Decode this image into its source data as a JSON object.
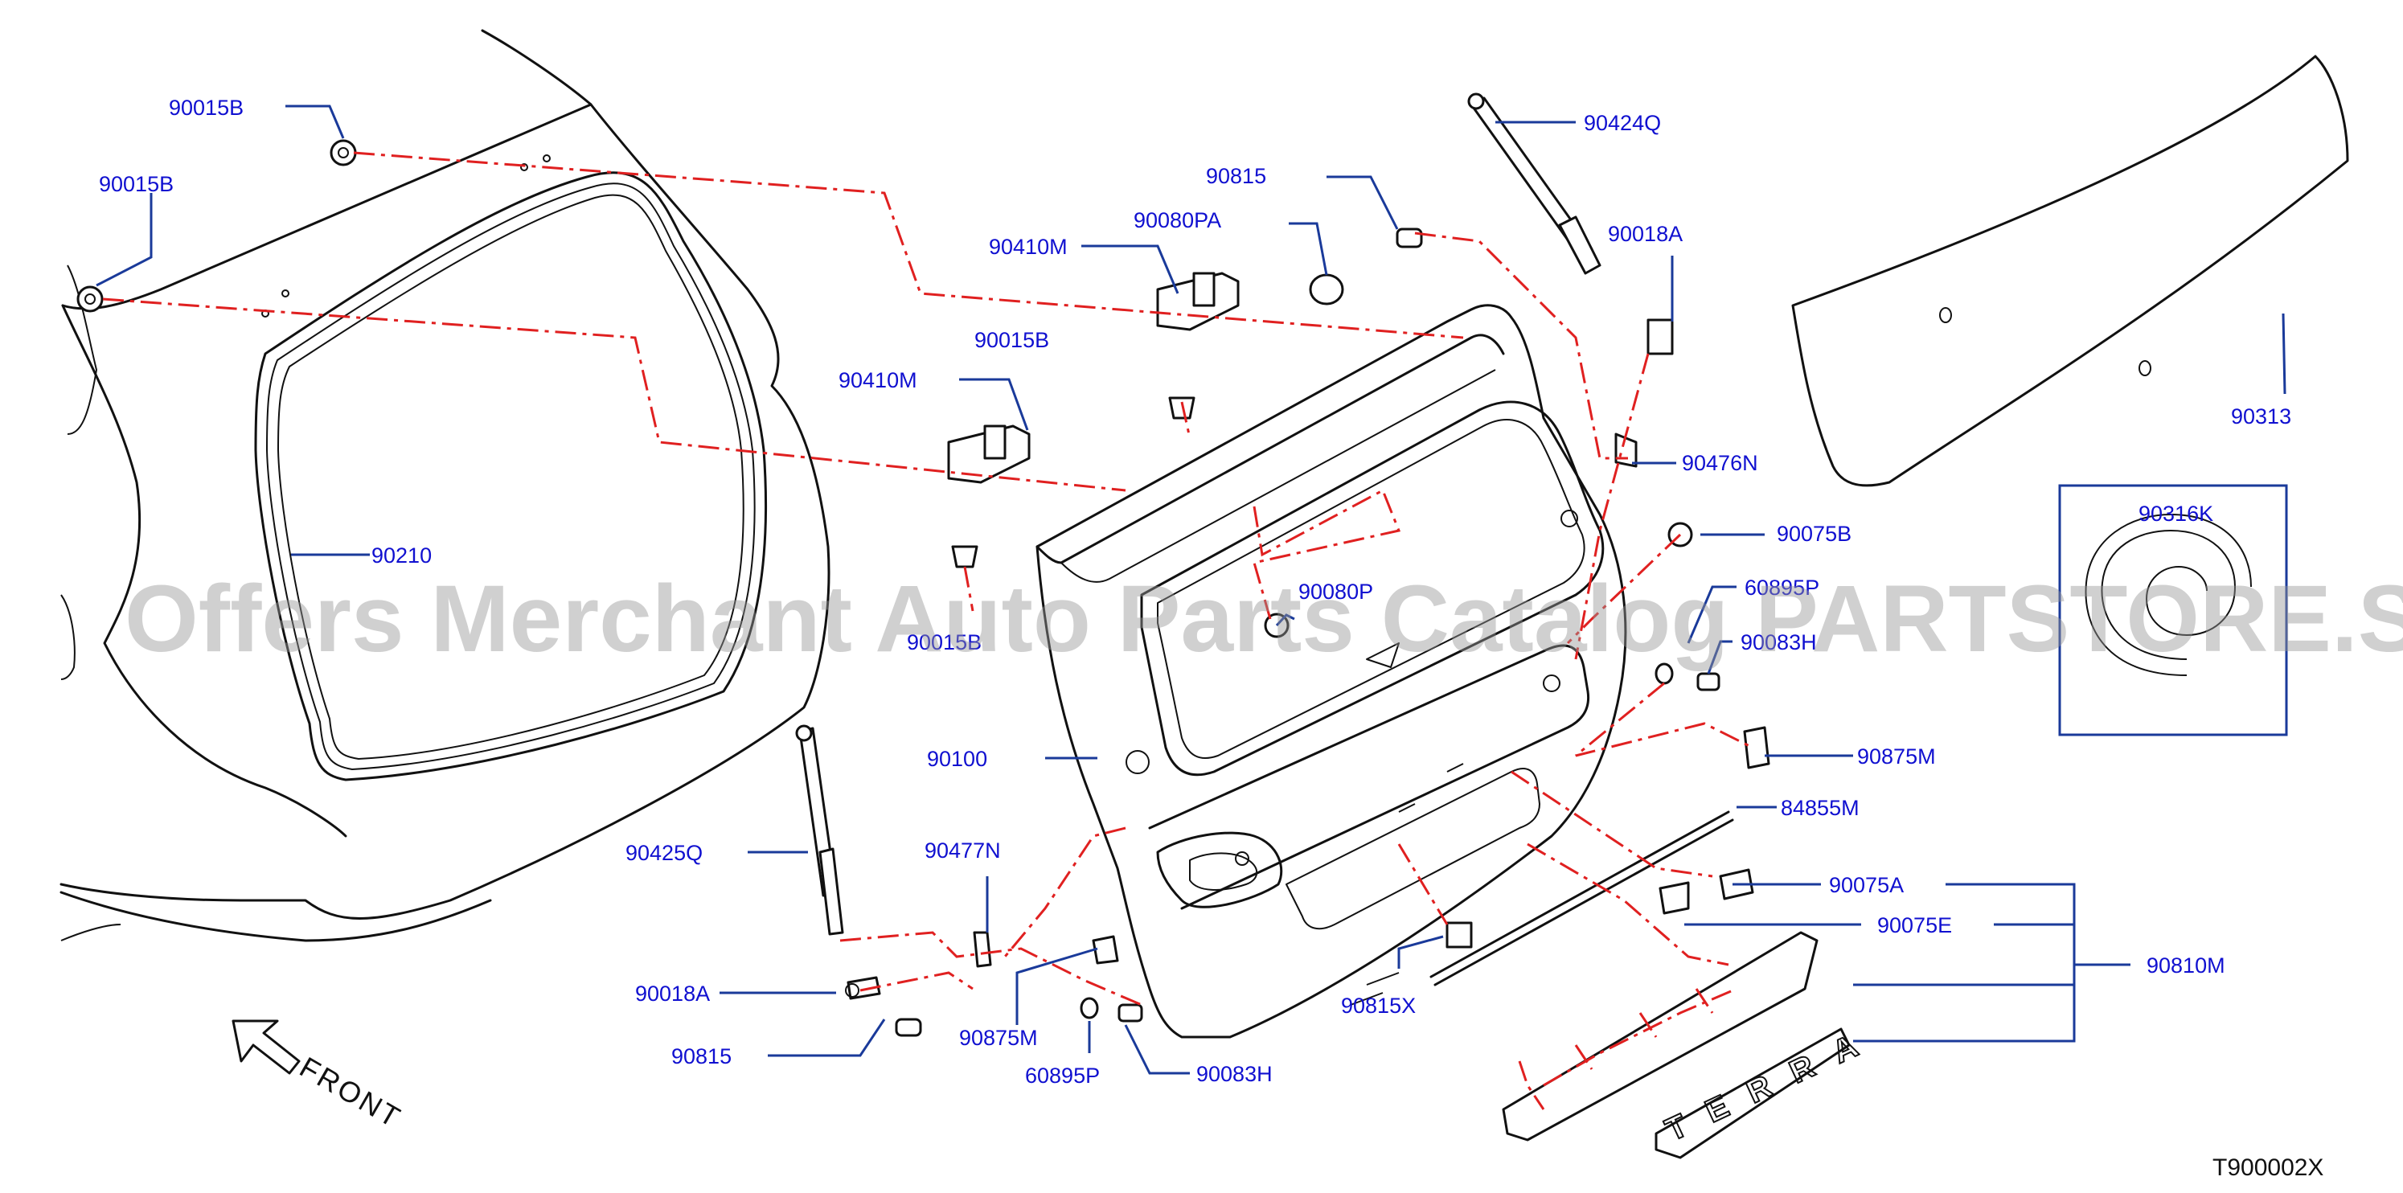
{
  "diagram": {
    "code": "T900002X",
    "front_label": "FRONT",
    "watermark": "Offers Merchant Auto Parts Catalog PARTSTORE.SA",
    "emblem_text": "TERRA",
    "labels": {
      "p90015B_a": "90015B",
      "p90015B_b": "90015B",
      "p90015B_c": "90015B",
      "p90015B_d": "90015B",
      "p90210": "90210",
      "p90410M_a": "90410M",
      "p90410M_b": "90410M",
      "p90080PA": "90080PA",
      "p90815_a": "90815",
      "p90815_b": "90815",
      "p90424Q": "90424Q",
      "p90018A_a": "90018A",
      "p90018A_b": "90018A",
      "p90476N": "90476N",
      "p90313": "90313",
      "p90316K": "90316K",
      "p90075B": "90075B",
      "p90080P": "90080P",
      "p60895P_a": "60895P",
      "p90083H_a": "90083H",
      "p90083H_b": "90083H",
      "p90875M_a": "90875M",
      "p90875M_b": "90875M",
      "p90100": "90100",
      "p84855M": "84855M",
      "p90425Q": "90425Q",
      "p90477N": "90477N",
      "p90075A": "90075A",
      "p90075E": "90075E",
      "p90810M": "90810M",
      "p60895P_b": "60895P",
      "p90815X": "90815X"
    }
  }
}
